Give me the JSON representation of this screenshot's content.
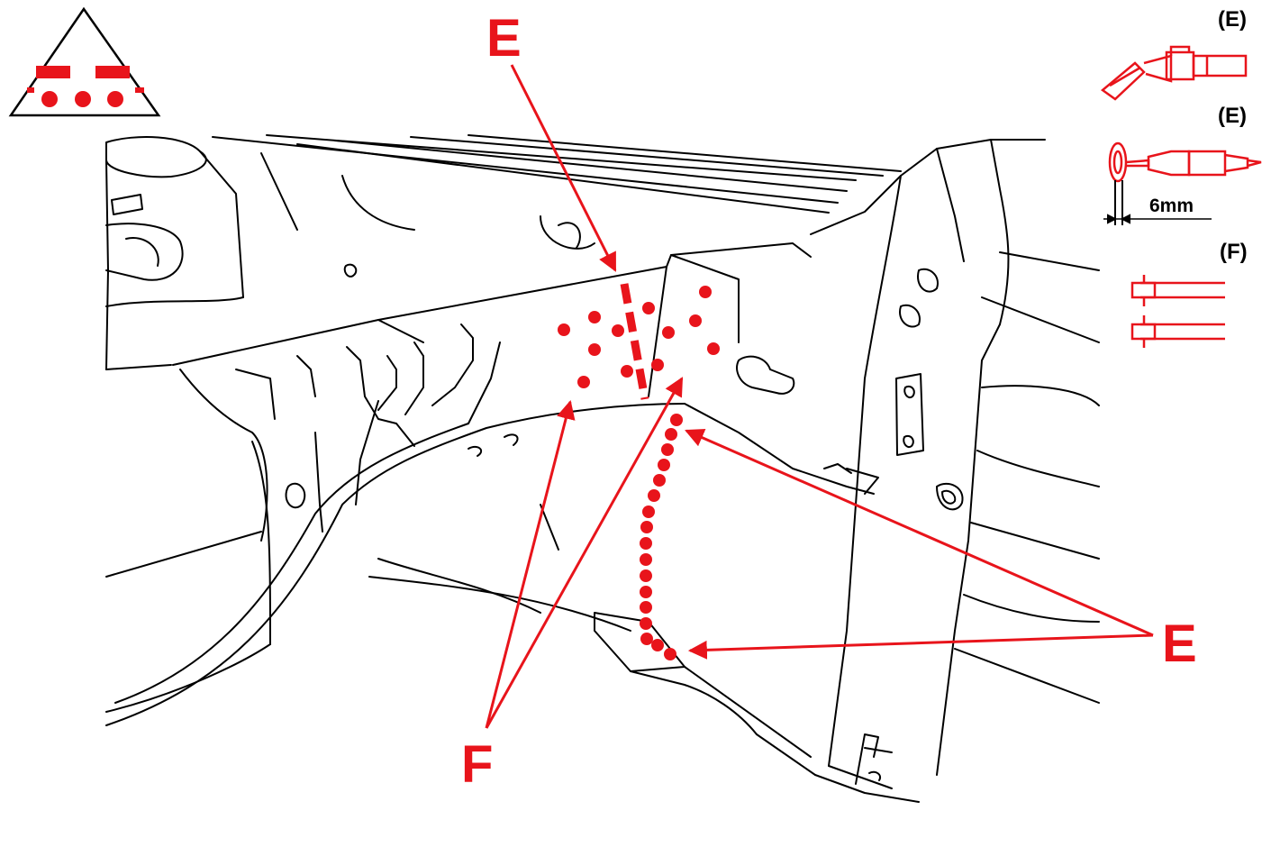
{
  "colors": {
    "weld": "#e8141b",
    "line": "#000000",
    "background": "#ffffff"
  },
  "callouts": {
    "e_top": "E",
    "e_right": "E",
    "f_bottom": "F"
  },
  "legend": {
    "items": [
      {
        "label": "(E)",
        "icon": "mig-torch-icon"
      },
      {
        "label": "(E)",
        "icon": "plug-weld-drill-icon",
        "dimension": "6mm"
      },
      {
        "label": "(F)",
        "icon": "spot-weld-icon"
      }
    ]
  },
  "symbol": {
    "icon": "weld-pattern-warning-triangle-icon"
  }
}
